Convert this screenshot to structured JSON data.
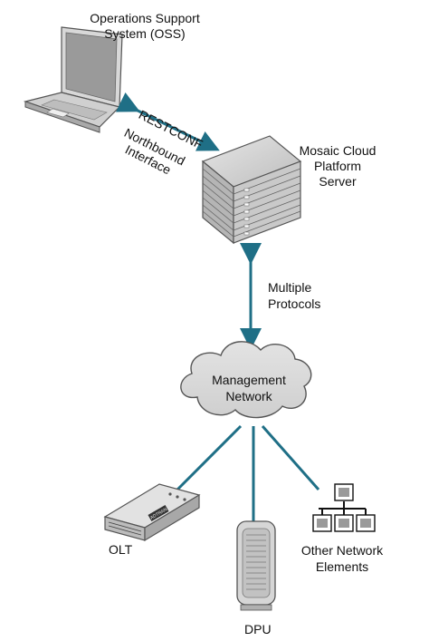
{
  "oss": {
    "label_line1": "Operations Support",
    "label_line2": "System (OSS)"
  },
  "restconf": {
    "label": "RESTCONF"
  },
  "northbound": {
    "line1": "Northbound",
    "line2": "Interface"
  },
  "server": {
    "line1": "Mosaic Cloud",
    "line2": "Platform",
    "line3": "Server"
  },
  "protocols": {
    "line1": "Multiple",
    "line2": "Protocols"
  },
  "cloud": {
    "line1": "Management",
    "line2": "Network"
  },
  "olt": {
    "label": "OLT",
    "badge": "ADTRAN"
  },
  "dpu": {
    "label": "DPU"
  },
  "other": {
    "line1": "Other Network",
    "line2": "Elements"
  },
  "colors": {
    "connector": "#1f6f86",
    "cloud_fill": "#d9d9d9",
    "device_gray": "#c8c8c8"
  }
}
